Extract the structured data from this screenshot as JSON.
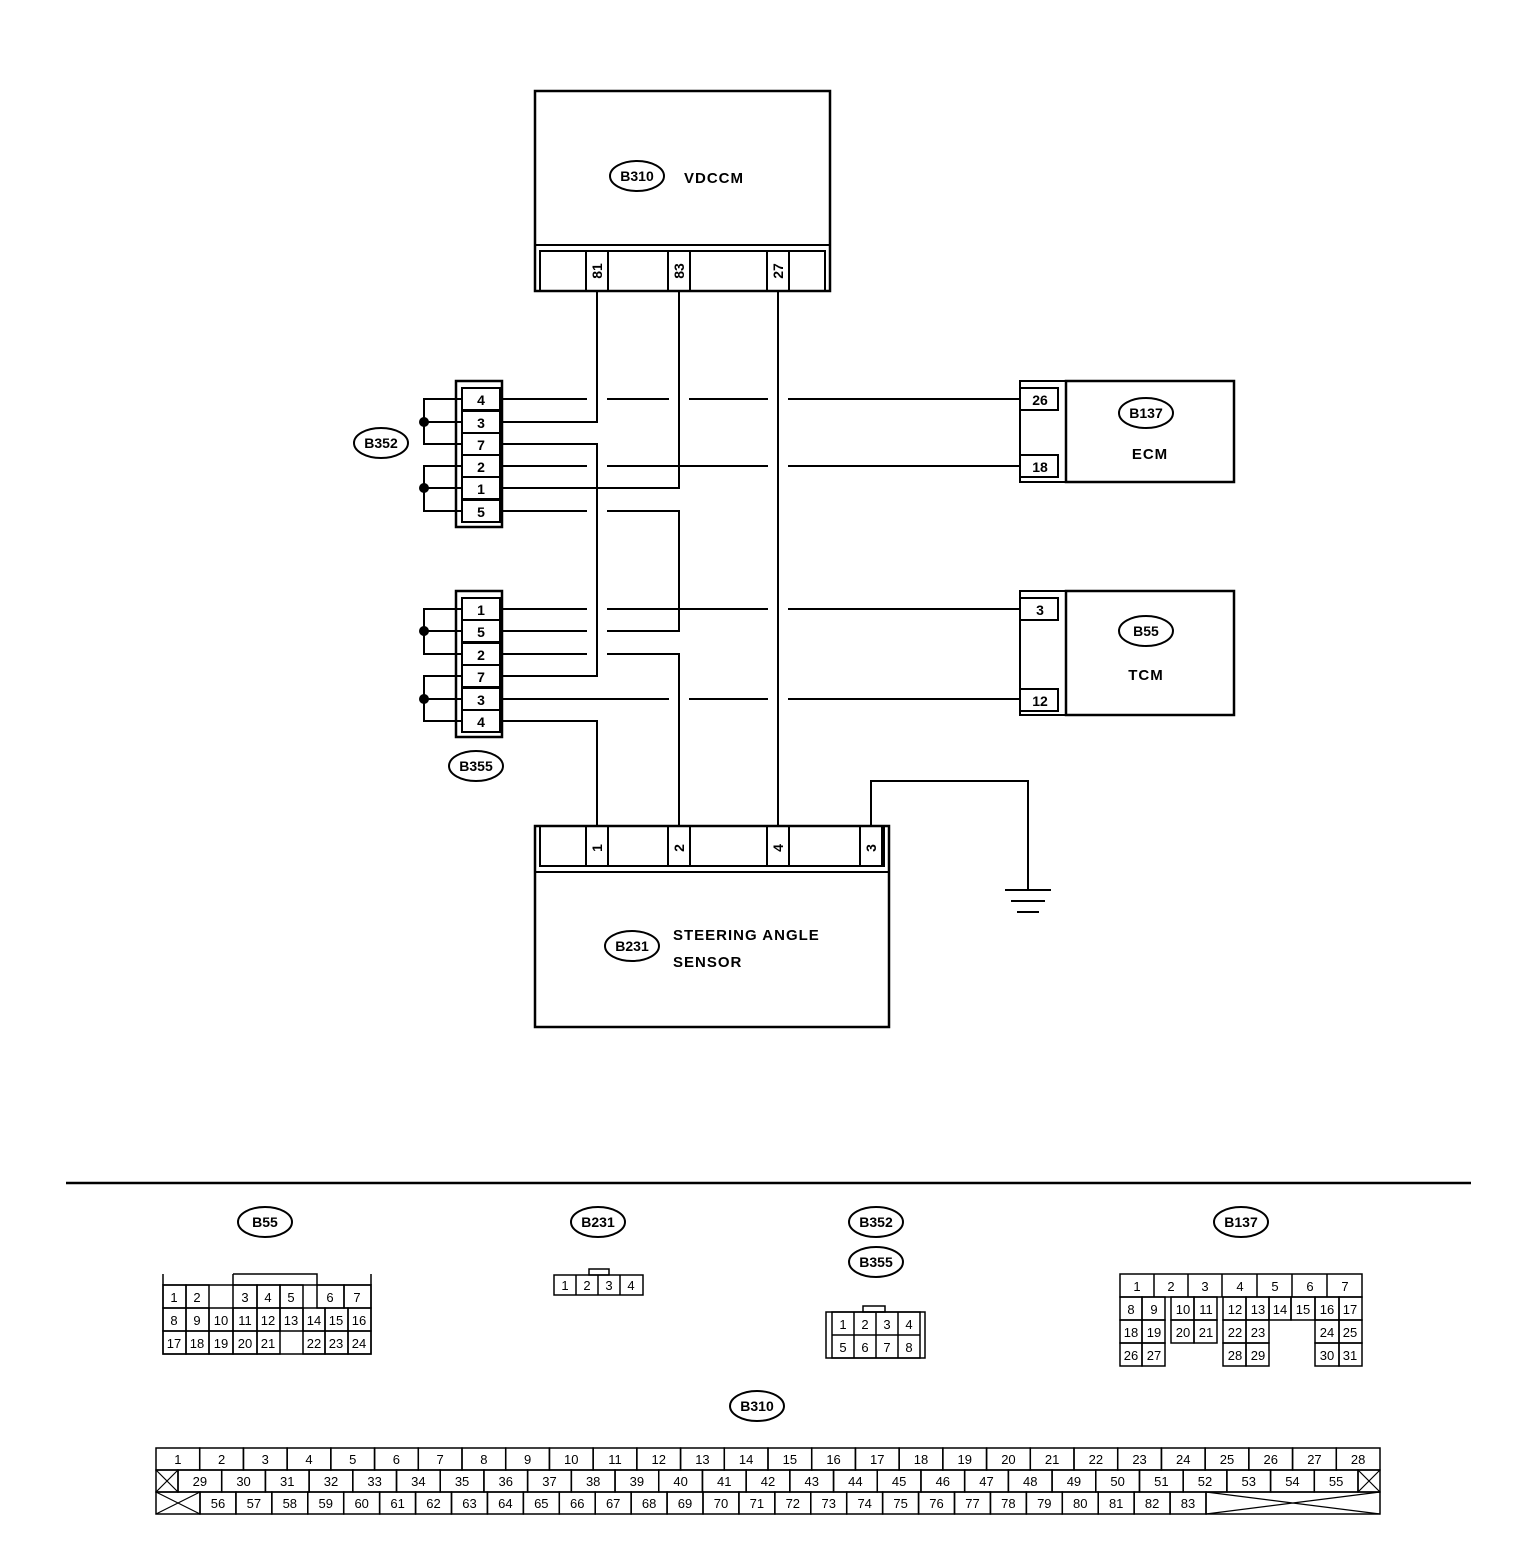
{
  "modules": {
    "vdccm": {
      "tag": "B310",
      "name": "VDCCM",
      "pins": [
        "81",
        "83",
        "27"
      ]
    },
    "ecm": {
      "tag": "B137",
      "name": "ECM",
      "pins": [
        "26",
        "18"
      ]
    },
    "tcm": {
      "tag": "B55",
      "name": "TCM",
      "pins": [
        "3",
        "12"
      ]
    },
    "sensor": {
      "tag": "B231",
      "name_line1": "STEERING ANGLE",
      "name_line2": "SENSOR",
      "pins": [
        "1",
        "2",
        "4",
        "3"
      ]
    }
  },
  "joints": {
    "b352": {
      "tag": "B352",
      "pins": [
        "4",
        "3",
        "7",
        "2",
        "1",
        "5"
      ]
    },
    "b355": {
      "tag": "B355",
      "pins": [
        "1",
        "5",
        "2",
        "7",
        "3",
        "4"
      ]
    }
  },
  "connector_views": {
    "b55": {
      "tag": "B55",
      "rows": [
        [
          "1",
          "2",
          "3",
          "4",
          "5",
          "6",
          "7"
        ],
        [
          "8",
          "9",
          "10",
          "11",
          "12",
          "13",
          "14",
          "15",
          "16"
        ],
        [
          "17",
          "18",
          "19",
          "20",
          "21",
          "22",
          "23",
          "24"
        ]
      ]
    },
    "b231": {
      "tag": "B231",
      "pins": [
        "1",
        "2",
        "3",
        "4"
      ]
    },
    "b352_b355": {
      "tags": [
        "B352",
        "B355"
      ],
      "rows": [
        [
          "1",
          "2",
          "3",
          "4"
        ],
        [
          "5",
          "6",
          "7",
          "8"
        ]
      ]
    },
    "b137": {
      "tag": "B137",
      "rows": [
        [
          "1",
          "2",
          "3",
          "4",
          "5",
          "6",
          "7"
        ],
        [
          "8",
          "9",
          "10",
          "11",
          "12",
          "13",
          "14",
          "15",
          "16",
          "17"
        ],
        [
          "18",
          "19",
          "20",
          "21",
          "22",
          "23",
          "24",
          "25"
        ],
        [
          "26",
          "27",
          "28",
          "29",
          "30",
          "31"
        ]
      ]
    },
    "b310": {
      "tag": "B310",
      "row1": [
        "1",
        "2",
        "3",
        "4",
        "5",
        "6",
        "7",
        "8",
        "9",
        "10",
        "11",
        "12",
        "13",
        "14",
        "15",
        "16",
        "17",
        "18",
        "19",
        "20",
        "21",
        "22",
        "23",
        "24",
        "25",
        "26",
        "27",
        "28"
      ],
      "row2": [
        "29",
        "30",
        "31",
        "32",
        "33",
        "34",
        "35",
        "36",
        "37",
        "38",
        "39",
        "40",
        "41",
        "42",
        "43",
        "44",
        "45",
        "46",
        "47",
        "48",
        "49",
        "50",
        "51",
        "52",
        "53",
        "54",
        "55"
      ],
      "row3": [
        "56",
        "57",
        "58",
        "59",
        "60",
        "61",
        "62",
        "63",
        "64",
        "65",
        "66",
        "67",
        "68",
        "69",
        "70",
        "71",
        "72",
        "73",
        "74",
        "75",
        "76",
        "77",
        "78",
        "79",
        "80",
        "81",
        "82",
        "83"
      ]
    }
  }
}
